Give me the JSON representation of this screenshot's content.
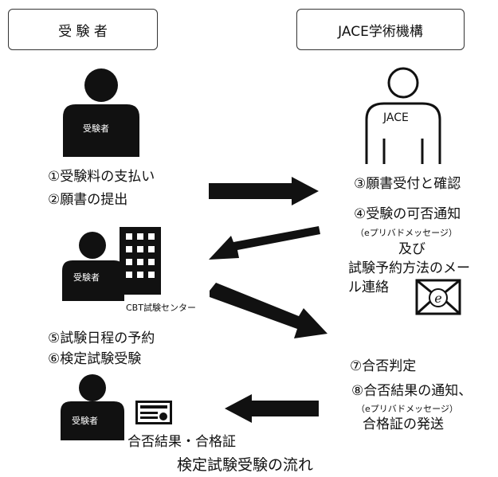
{
  "headers": {
    "left": "受 験 者",
    "right": "JACE学術機構"
  },
  "figures": {
    "examinee_label": "受験者",
    "jace_label": "JACE",
    "cbt_caption": "CBT試験センター"
  },
  "left_steps": {
    "step1": "①受験料の支払い",
    "step2": "②願書の提出",
    "step5": "⑤試験日程の予約",
    "step6": "⑥検定試験受験",
    "result": "合否結果・合格証"
  },
  "right_steps": {
    "step3": "③願書受付と確認",
    "step4": "④受験の可否通知",
    "step4_note": "（eプリバドメッセージ）",
    "step4_and": "及び",
    "step4_mail1": "試験予約方法のメー",
    "step4_mail2": "ル連絡",
    "step7": "⑦合否判定",
    "step8": "⑧合否結果の通知、",
    "step8_note": "（eプリバドメッセージ）",
    "step8_ship": "合格証の発送"
  },
  "caption": "検定試験受験の流れ",
  "icons": [
    "person-icon",
    "outline-person-icon",
    "building-icon",
    "e-mail-envelope-icon",
    "certificate-icon",
    "arrow-icon"
  ],
  "colors": {
    "figure": "#111111",
    "line": "#333333",
    "background": "#ffffff"
  }
}
